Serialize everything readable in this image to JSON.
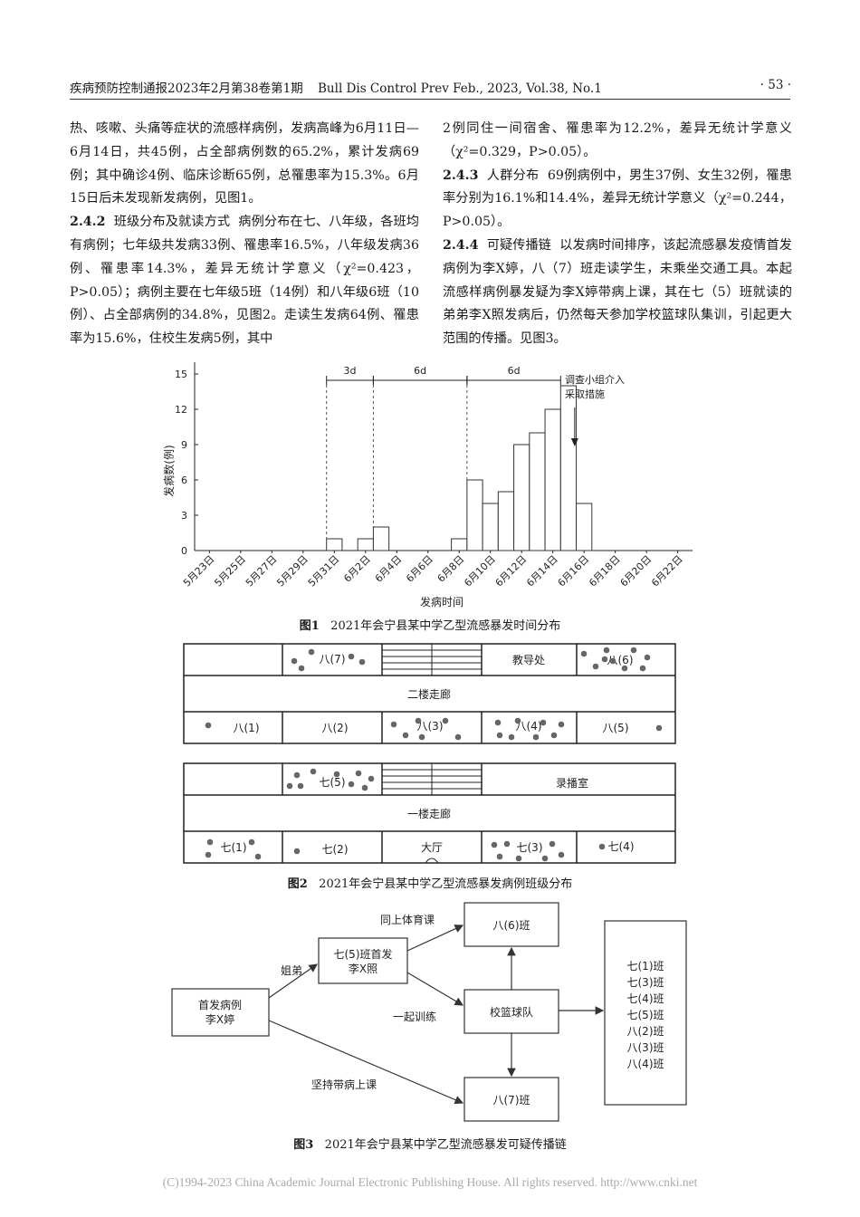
{
  "header": {
    "journal": "疾病预防控制通报2023年2月第38卷第1期",
    "journal_en": "Bull Dis Control Prev Feb., 2023, Vol.38,  No.1",
    "page": "· 53 ·"
  },
  "left": {
    "p1": "热、咳嗽、头痛等症状的流感样病例，发病高峰为6月11日—6月14日，共45例，占全部病例数的65.2%，累计发病69例；其中确诊4例、临床诊断65例，总罹患率为15.3%。6月15日后未发现新发病例，见图1。",
    "h2": "2.4.2",
    "h2_title": "班级分布及就读方式",
    "p2": "病例分布在七、八年级，各班均有病例；七年级共发病33例、罹患率16.5%，八年级发病36例、罹患率14.3%，差异无统计学意义（χ²=0.423，P>0.05）；病例主要在七年级5班（14例）和八年级6班（10例）、占全部病例的34.8%，见图2。走读生发病64例、罹患率为15.6%，住校生发病5例，其中"
  },
  "right": {
    "p1": "2例同住一间宿舍、罹患率为12.2%，差异无统计学意义（χ²=0.329，P>0.05）。",
    "h3": "2.4.3",
    "h3_title": "人群分布",
    "p3": "69例病例中，男生37例、女生32例，罹患率分别为16.1%和14.4%，差异无统计学意义（χ²=0.244，P>0.05）。",
    "h4": "2.4.4",
    "h4_title": "可疑传播链",
    "p4": "以发病时间排序，该起流感暴发疫情首发病例为李X婷，八（7）班走读学生，未乘坐交通工具。本起流感样病例暴发疑为李X婷带病上课，其在七（5）班就读的弟弟李X照发病后，仍然每天参加学校篮球队集训，引起更大范围的传播。见图3。"
  },
  "chart_data": {
    "type": "bar",
    "title": "",
    "xlabel": "发病时间",
    "ylabel": "发病数(例)",
    "ylim": [
      0,
      16
    ],
    "yticks": [
      0,
      3,
      6,
      9,
      12,
      15
    ],
    "x": [
      "5月23日",
      "5月24日",
      "5月25日",
      "5月26日",
      "5月27日",
      "5月28日",
      "5月29日",
      "5月30日",
      "5月31日",
      "6月1日",
      "6月2日",
      "6月3日",
      "6月4日",
      "6月5日",
      "6月6日",
      "6月7日",
      "6月8日",
      "6月9日",
      "6月10日",
      "6月11日",
      "6月12日",
      "6月13日",
      "6月14日",
      "6月15日",
      "6月16日",
      "6月17日",
      "6月18日",
      "6月19日",
      "6月20日",
      "6月21日",
      "6月22日"
    ],
    "xtick_labels": [
      "5月23日",
      "5月25日",
      "5月27日",
      "5月29日",
      "5月31日",
      "6月2日",
      "6月4日",
      "6月6日",
      "6月8日",
      "6月10日",
      "6月12日",
      "6月14日",
      "6月16日",
      "6月18日",
      "6月20日",
      "6月22日"
    ],
    "values": [
      0,
      0,
      0,
      0,
      0,
      0,
      0,
      0,
      1,
      0,
      1,
      2,
      0,
      0,
      0,
      0,
      1,
      6,
      4,
      5,
      9,
      10,
      12,
      14,
      4,
      0,
      0,
      0,
      0,
      0,
      0
    ],
    "intervals": [
      {
        "label": "3d",
        "from": "5月31日",
        "to": "6月3日"
      },
      {
        "label": "6d",
        "from": "6月3日",
        "to": "6月9日"
      },
      {
        "label": "6d",
        "from": "6月9日",
        "to": "6月15日"
      }
    ],
    "annotation": "调查小组介入\n采取措施"
  },
  "fig1_caption": {
    "num": "图1",
    "text": "2021年会宁县某中学乙型流感暴发时间分布"
  },
  "fig2": {
    "floor2": {
      "top": [
        "",
        "八(7)",
        "",
        "教导处",
        "八(6)"
      ],
      "corridor": "二楼走廊",
      "bottom": [
        "八(1)",
        "八(2)",
        "八(3)",
        "八(4)",
        "八(5)"
      ]
    },
    "floor1": {
      "top": [
        "",
        "七(5)",
        "",
        "录播室"
      ],
      "corridor": "一楼走廊",
      "bottom": [
        "七(1)",
        "七(2)",
        "大厅",
        "七(3)",
        "七(4)"
      ]
    }
  },
  "fig2_caption": {
    "num": "图2",
    "text": "2021年会宁县某中学乙型流感暴发病例班级分布"
  },
  "fig3": {
    "index_case": "首发病例\n李X婷",
    "brother": "七(5)班首发\n李X照",
    "class86": "八(6)班",
    "team": "校篮球队",
    "class87": "八(7)班",
    "classes": [
      "七(1)班",
      "七(3)班",
      "七(4)班",
      "七(5)班",
      "八(2)班",
      "八(3)班",
      "八(4)班"
    ],
    "label_sibling": "姐弟",
    "label_pe": "同上体育课",
    "label_train": "一起训练",
    "label_sick": "坚持带病上课"
  },
  "fig3_caption": {
    "num": "图3",
    "text": "2021年会宁县某中学乙型流感暴发可疑传播链"
  },
  "footer": "(C)1994-2023 China Academic Journal Electronic Publishing House. All rights reserved.    http://www.cnki.net"
}
